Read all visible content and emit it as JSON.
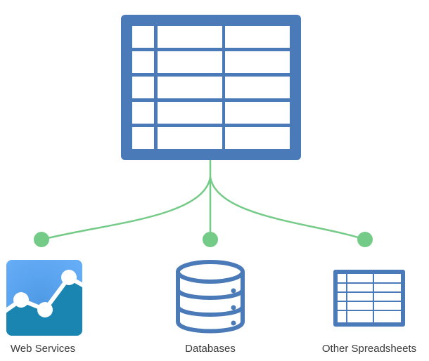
{
  "diagram": {
    "hub": {
      "name": "spreadsheet",
      "icon": "spreadsheet-icon",
      "rows": 5,
      "columns": 3
    },
    "sources": [
      {
        "label": "Web Services",
        "icon": "analytics-chart-icon"
      },
      {
        "label": "Databases",
        "icon": "database-icon"
      },
      {
        "label": "Other Spreadsheets",
        "icon": "spreadsheet-icon"
      }
    ],
    "colors": {
      "primary_blue": "#4a7ab7",
      "connector_green": "#74cb87",
      "web_light_blue": "#5ea8f0",
      "web_dark_teal": "#1a85b0",
      "label_text": "#3a3a3a"
    }
  }
}
